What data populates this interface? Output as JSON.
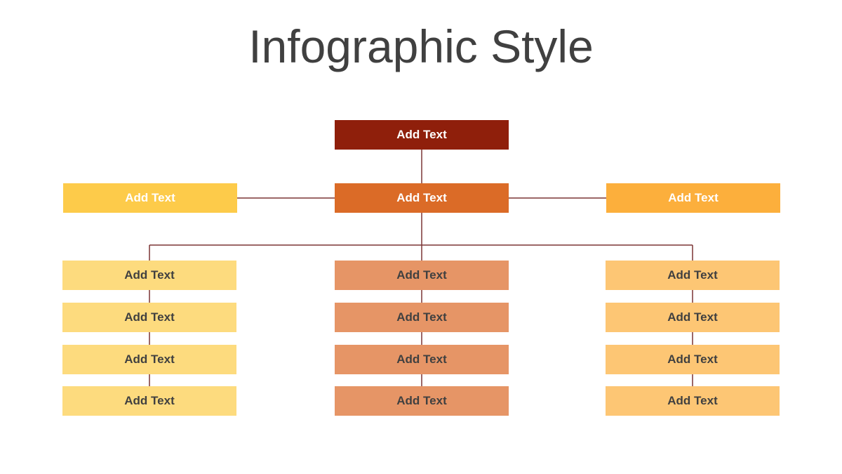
{
  "title": "Infographic Style",
  "colors": {
    "top": "#8f1f0b",
    "center": "#db6b27",
    "left": "#fdcb4a",
    "right": "#fcaf3c",
    "left_column": "#fddb7e",
    "center_column": "#e69566",
    "right_column": "#fdc674",
    "connector": "#7b3535"
  },
  "nodes": {
    "top": "Add Text",
    "center": "Add Text",
    "left": "Add Text",
    "right": "Add Text"
  },
  "columns": {
    "left": [
      "Add Text",
      "Add Text",
      "Add Text",
      "Add Text"
    ],
    "center": [
      "Add Text",
      "Add Text",
      "Add Text",
      "Add Text"
    ],
    "right": [
      "Add Text",
      "Add Text",
      "Add Text",
      "Add Text"
    ]
  }
}
